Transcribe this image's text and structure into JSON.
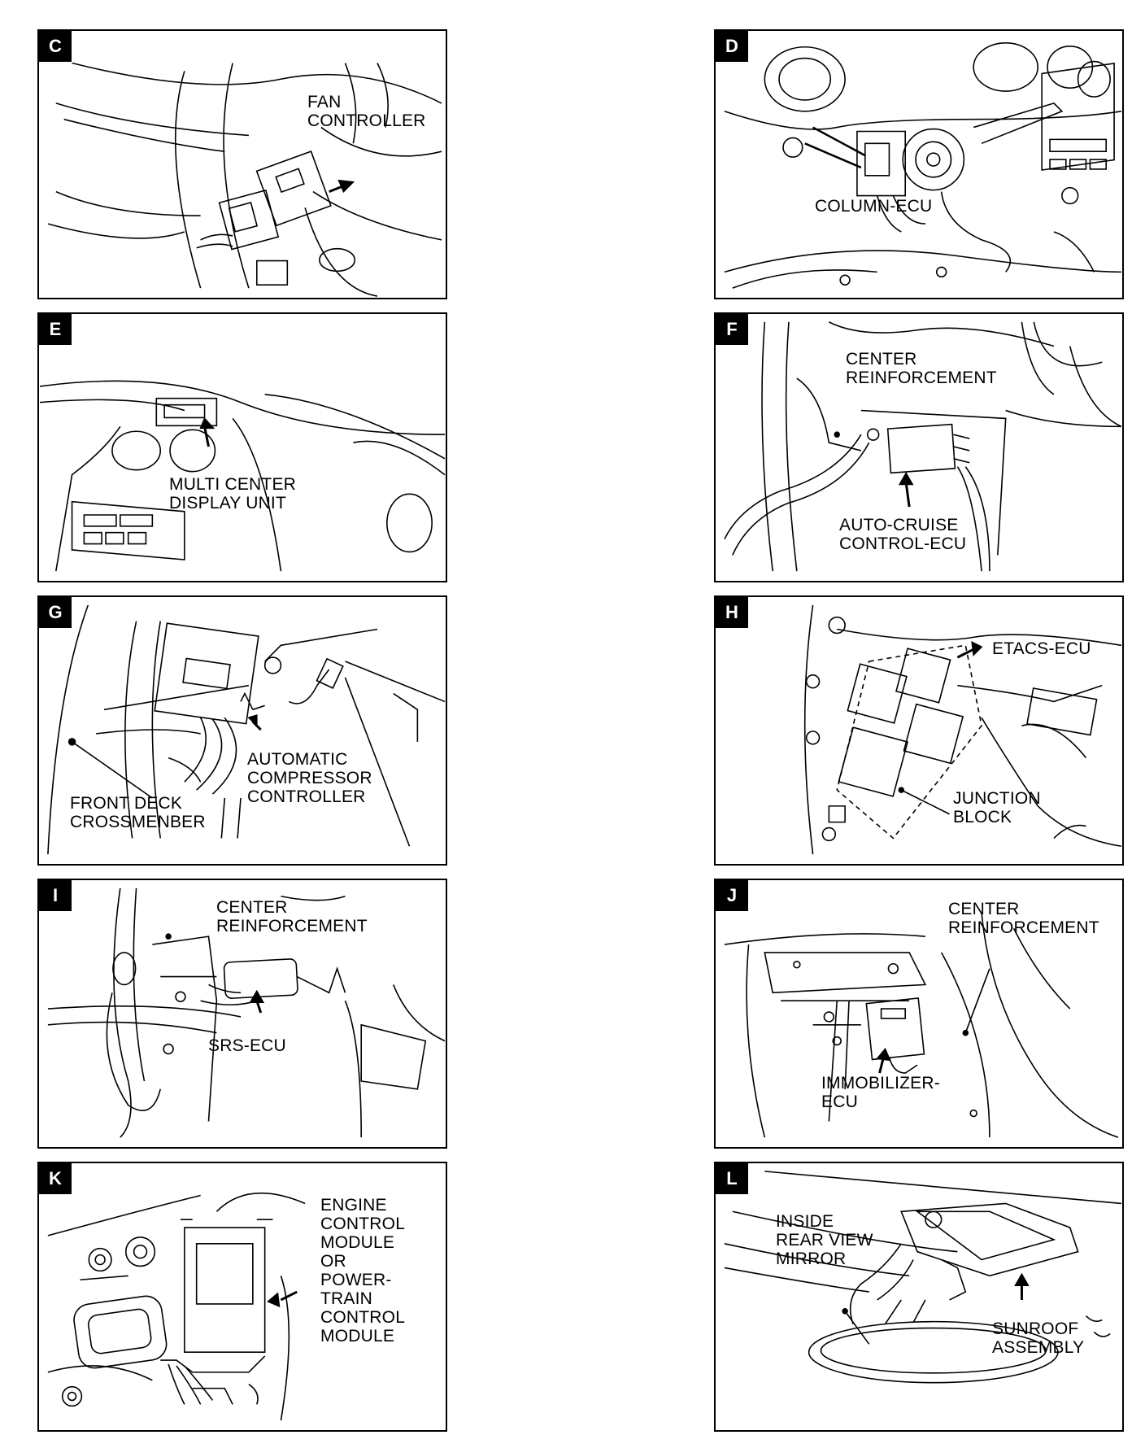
{
  "panels": [
    {
      "letter": "C",
      "labels": [
        {
          "lines": [
            "FAN",
            "CONTROLLER"
          ]
        }
      ]
    },
    {
      "letter": "D",
      "labels": [
        {
          "lines": [
            "COLUMN-ECU"
          ]
        }
      ]
    },
    {
      "letter": "E",
      "labels": [
        {
          "lines": [
            "MULTI CENTER",
            "DISPLAY UNIT"
          ]
        }
      ]
    },
    {
      "letter": "F",
      "labels": [
        {
          "lines": [
            "CENTER",
            "REINFORCEMENT"
          ]
        },
        {
          "lines": [
            "AUTO-CRUISE",
            "CONTROL-ECU"
          ]
        }
      ]
    },
    {
      "letter": "G",
      "labels": [
        {
          "lines": [
            "AUTOMATIC",
            "COMPRESSOR",
            "CONTROLLER"
          ]
        },
        {
          "lines": [
            "FRONT DECK",
            "CROSSMENBER"
          ]
        }
      ]
    },
    {
      "letter": "H",
      "labels": [
        {
          "lines": [
            "ETACS-ECU"
          ]
        },
        {
          "lines": [
            "JUNCTION",
            "BLOCK"
          ]
        }
      ]
    },
    {
      "letter": "I",
      "labels": [
        {
          "lines": [
            "CENTER",
            "REINFORCEMENT"
          ]
        },
        {
          "lines": [
            "SRS-ECU"
          ]
        }
      ]
    },
    {
      "letter": "J",
      "labels": [
        {
          "lines": [
            "CENTER",
            "REINFORCEMENT"
          ]
        },
        {
          "lines": [
            "IMMOBILIZER-",
            "ECU"
          ]
        }
      ]
    },
    {
      "letter": "K",
      "labels": [
        {
          "lines": [
            "ENGINE",
            "CONTROL",
            "MODULE",
            "OR",
            "POWER-",
            "TRAIN",
            "CONTROL",
            "MODULE"
          ]
        }
      ]
    },
    {
      "letter": "L",
      "labels": [
        {
          "lines": [
            "INSIDE",
            "REAR VIEW",
            "MIRROR"
          ]
        },
        {
          "lines": [
            "SUNROOF",
            "ASSEMBLY"
          ]
        }
      ]
    }
  ]
}
